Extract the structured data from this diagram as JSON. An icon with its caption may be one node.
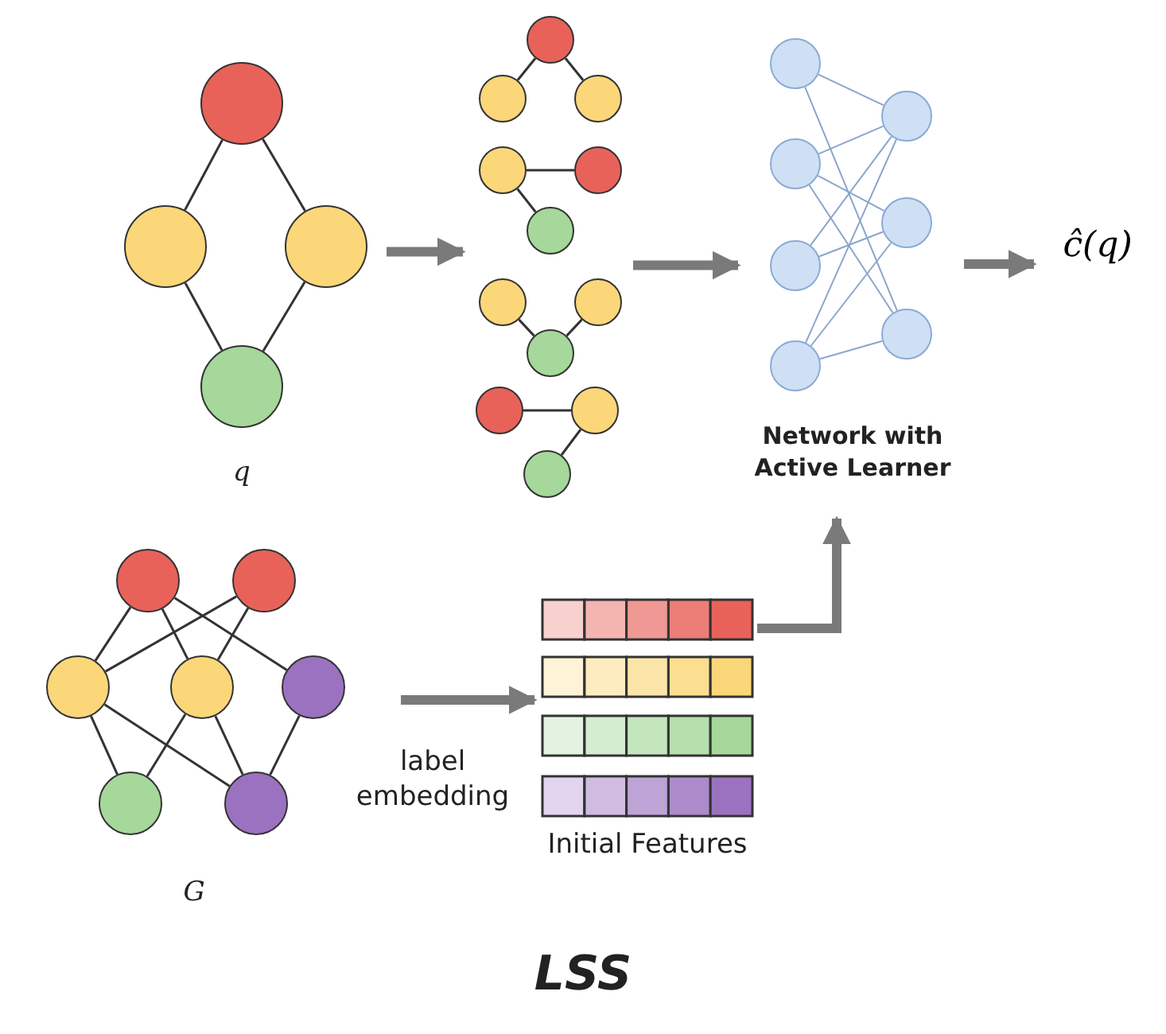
{
  "diagram": {
    "caption": "LSS",
    "nodes": [
      {
        "text": [],
        "shape": "picture",
        "beside": [
          "q"
        ]
      },
      {
        "text": [],
        "shape": "circle",
        "in": 0
      },
      {
        "text": [],
        "shape": "circle",
        "in": 0
      },
      {
        "text": [],
        "shape": "circle",
        "in": 0
      },
      {
        "text": [],
        "shape": "circle",
        "in": 0
      },
      {
        "text": [],
        "shape": "picture"
      },
      {
        "text": [],
        "shape": "circle",
        "in": 5
      },
      {
        "text": [],
        "shape": "circle",
        "in": 5
      },
      {
        "text": [],
        "shape": "circle",
        "in": 5
      },
      {
        "text": [],
        "shape": "circle",
        "in": 5
      },
      {
        "text": [],
        "shape": "circle",
        "in": 5
      },
      {
        "text": [],
        "shape": "circle",
        "in": 5
      },
      {
        "text": [],
        "shape": "circle",
        "in": 5
      },
      {
        "text": [],
        "shape": "circle",
        "in": 5
      },
      {
        "text": [],
        "shape": "circle",
        "in": 5
      },
      {
        "text": [],
        "shape": "circle",
        "in": 5
      },
      {
        "text": [],
        "shape": "circle",
        "in": 5
      },
      {
        "text": [],
        "shape": "circle",
        "in": 5
      },
      {
        "text": [],
        "shape": "picture",
        "beside": [
          "Network with Active Learner"
        ]
      },
      {
        "text": [],
        "shape": "circle",
        "in": 18
      },
      {
        "text": [],
        "shape": "circle",
        "in": 18
      },
      {
        "text": [],
        "shape": "circle",
        "in": 18
      },
      {
        "text": [],
        "shape": "circle",
        "in": 18
      },
      {
        "text": [],
        "shape": "circle",
        "in": 18
      },
      {
        "text": [],
        "shape": "circle",
        "in": 18
      },
      {
        "text": [],
        "shape": "circle",
        "in": 18
      },
      {
        "text": [
          "ĉ(q)"
        ]
      },
      {
        "text": [],
        "shape": "picture",
        "beside": [
          "G"
        ]
      },
      {
        "text": [],
        "shape": "circle",
        "in": 27
      },
      {
        "text": [],
        "shape": "circle",
        "in": 27
      },
      {
        "text": [],
        "shape": "circle",
        "in": 27
      },
      {
        "text": [],
        "shape": "circle",
        "in": 27
      },
      {
        "text": [],
        "shape": "circle",
        "in": 27
      },
      {
        "text": [],
        "shape": "circle",
        "in": 27
      },
      {
        "text": [],
        "shape": "circle",
        "in": 27
      },
      {
        "text": [],
        "shape": "picture",
        "beside": [
          "Initial Features"
        ]
      }
    ],
    "edges": [
      {
        "from": 1,
        "to": 2,
        "arrow": "none"
      },
      {
        "from": 1,
        "to": 3,
        "arrow": "none"
      },
      {
        "from": 2,
        "to": 4,
        "arrow": "none"
      },
      {
        "from": 3,
        "to": 4,
        "arrow": "none"
      },
      {
        "from": 0,
        "to": 5,
        "arrow": "to",
        "style": "thick",
        "color": "#7a7a7a"
      },
      {
        "from": 6,
        "to": 7,
        "arrow": "none"
      },
      {
        "from": 6,
        "to": 8,
        "arrow": "none"
      },
      {
        "from": 9,
        "to": 10,
        "arrow": "none"
      },
      {
        "from": 9,
        "to": 11,
        "arrow": "none"
      },
      {
        "from": 12,
        "to": 14,
        "arrow": "none"
      },
      {
        "from": 13,
        "to": 14,
        "arrow": "none"
      },
      {
        "from": 15,
        "to": 16,
        "arrow": "none"
      },
      {
        "from": 16,
        "to": 17,
        "arrow": "none"
      },
      {
        "from": 5,
        "to": 18,
        "arrow": "to",
        "style": "thick",
        "color": "#7a7a7a"
      },
      {
        "from": 19,
        "to": 23,
        "arrow": "none",
        "color": "#8aa6cc"
      },
      {
        "from": 19,
        "to": 25,
        "arrow": "none",
        "color": "#8aa6cc"
      },
      {
        "from": 20,
        "to": 23,
        "arrow": "none",
        "color": "#8aa6cc"
      },
      {
        "from": 20,
        "to": 24,
        "arrow": "none",
        "color": "#8aa6cc"
      },
      {
        "from": 20,
        "to": 25,
        "arrow": "none",
        "color": "#8aa6cc"
      },
      {
        "from": 21,
        "to": 23,
        "arrow": "none",
        "color": "#8aa6cc"
      },
      {
        "from": 21,
        "to": 24,
        "arrow": "none",
        "color": "#8aa6cc"
      },
      {
        "from": 22,
        "to": 23,
        "arrow": "none",
        "color": "#8aa6cc"
      },
      {
        "from": 22,
        "to": 24,
        "arrow": "none",
        "color": "#8aa6cc"
      },
      {
        "from": 22,
        "to": 25,
        "arrow": "none",
        "color": "#8aa6cc"
      },
      {
        "from": 18,
        "to": 26,
        "arrow": "to",
        "style": "thick",
        "color": "#7a7a7a"
      },
      {
        "from": 28,
        "to": 30,
        "arrow": "none"
      },
      {
        "from": 28,
        "to": 31,
        "arrow": "none"
      },
      {
        "from": 28,
        "to": 32,
        "arrow": "none"
      },
      {
        "from": 29,
        "to": 30,
        "arrow": "none"
      },
      {
        "from": 29,
        "to": 31,
        "arrow": "none"
      },
      {
        "from": 30,
        "to": 33,
        "arrow": "none"
      },
      {
        "from": 30,
        "to": 34,
        "arrow": "none"
      },
      {
        "from": 31,
        "to": 33,
        "arrow": "none"
      },
      {
        "from": 31,
        "to": 34,
        "arrow": "none"
      },
      {
        "from": 32,
        "to": 34,
        "arrow": "none"
      },
      {
        "from": 27,
        "to": 35,
        "arrow": "to",
        "label": "label embedding",
        "style": "thick",
        "color": "#7a7a7a"
      },
      {
        "from": 35,
        "to": 18,
        "arrow": "to",
        "style": "thick",
        "color": "#7a7a7a"
      }
    ]
  }
}
